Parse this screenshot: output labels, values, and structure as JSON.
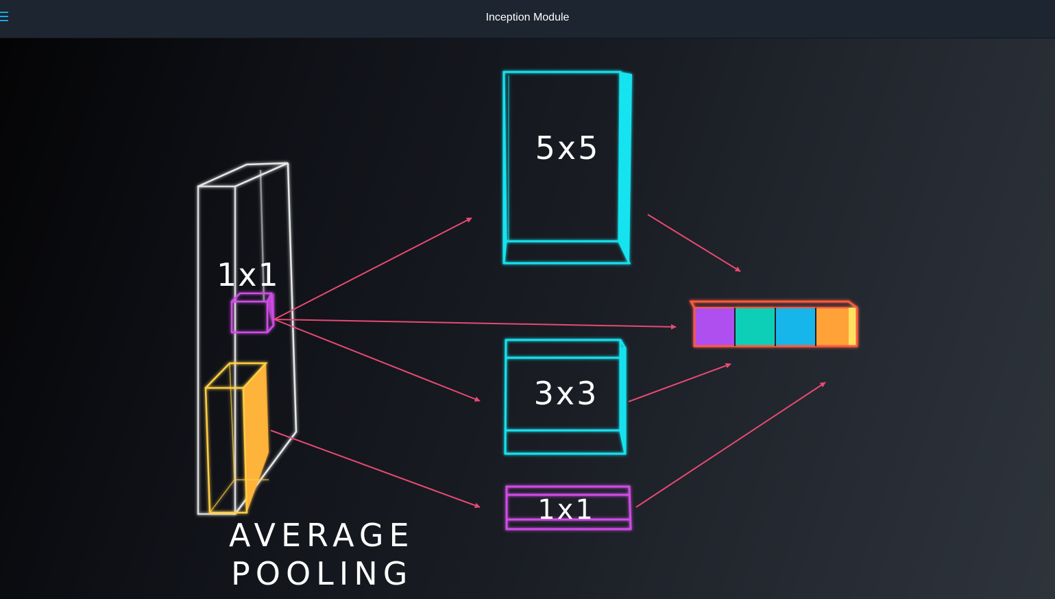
{
  "header": {
    "title": "Inception Module",
    "menu_icon": "hamburger-menu-icon"
  },
  "diagram": {
    "input_filter_label": "1x1",
    "pool_label_line1": "AVERAGE",
    "pool_label_line2": "POOLING",
    "branch_5x5_label": "5x5",
    "branch_3x3_label": "3x3",
    "branch_1x1_label": "1x1",
    "colors": {
      "cyan": "#18e3f0",
      "magenta": "#d04de6",
      "yellow": "#ffb33a",
      "arrow": "#e84a72",
      "concat_outline": "#ff5a3c",
      "concat_purple": "#b050f0",
      "concat_teal": "#0ccfb8",
      "concat_blue": "#18b6ea",
      "concat_orange": "#ffa238"
    }
  }
}
